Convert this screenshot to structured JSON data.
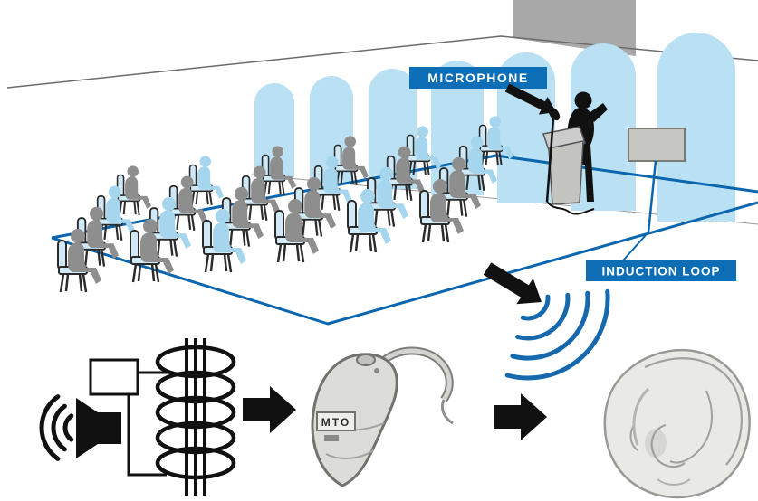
{
  "diagram": {
    "labels": {
      "microphone": "MICROPHONE",
      "induction_loop": "INDUCTION LOOP"
    },
    "hearing_aid": {
      "switch_label": "MTO"
    },
    "colors": {
      "label_background": "#0e6eb5",
      "label_text": "#ffffff",
      "loop_line": "#0a66ae",
      "signal_arc": "#1669ad",
      "arch_blue": "#b9e0f3",
      "audience_blue": "#a5d6ee",
      "audience_gray": "#8e8e8e",
      "silhouette_black": "#111111"
    }
  }
}
